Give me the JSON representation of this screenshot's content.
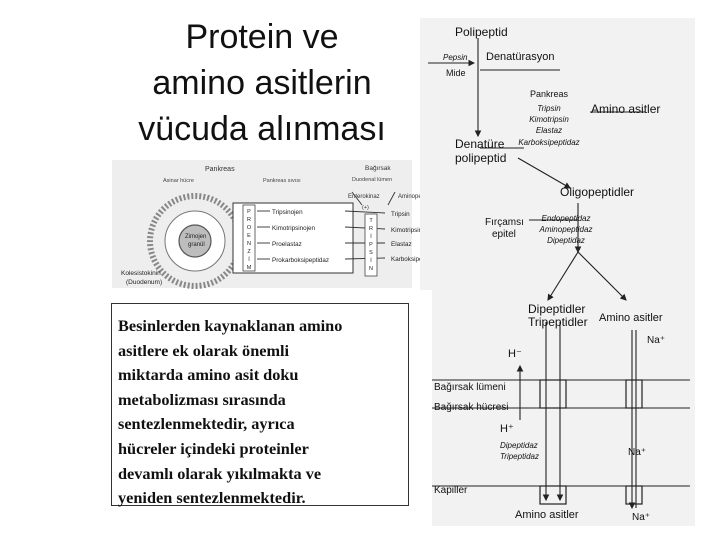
{
  "title_lines": [
    "Protein ve",
    "amino asitlerin",
    "vücuda alınması"
  ],
  "body_lines": [
    "Besinlerden kaynaklanan amino",
    "asitlere ek olarak önemli",
    "miktarda amino asit doku",
    "metabolizması sırasında",
    "sentezlenmektedir, ayrıca",
    "hücreler içindeki proteinler",
    "devamlı olarak yıkılmakta ve",
    "yeniden sentezlenmektedir."
  ],
  "left_diagram": {
    "pankreas": "Pankreas",
    "asinar": "Asinar hücre",
    "pankreas_sivi": "Pankreas sıvısı",
    "bagirsak": "Bağırsak",
    "duodenum": "Duodenal lümen",
    "enterokinaz": "Enterokinaz",
    "aminopeptidaz": "Aminopeptidaz",
    "zimojen": [
      "Zimojen",
      "granül"
    ],
    "kolesistokinin": [
      "Kolesistokinin",
      "(Duodenum)"
    ],
    "proenzyme_letters": [
      "P",
      "R",
      "O",
      "E",
      "N",
      "Z",
      "İ",
      "M"
    ],
    "proenzymes": [
      "Tripsinojen",
      "Kimotripsinojen",
      "Proelastaz",
      "Prokarboksipeptidaz"
    ],
    "trypsin_letters": [
      "T",
      "R",
      "İ",
      "P",
      "S",
      "İ",
      "N"
    ],
    "enzymes": [
      "Tripsin",
      "Kimotripsin",
      "Elastaz",
      "Karboksipeptidaz"
    ],
    "plus": "(+)"
  },
  "right_diagram": {
    "polipeptid": "Polipeptid",
    "pepsin": "Pepsin",
    "mide": "Mide",
    "denaturasyon": "Denatürasyon",
    "pankreas": "Pankreas",
    "pancreas_enzymes": [
      "Tripsin",
      "Kimotripsin",
      "Elastaz",
      "Karboksipeptidaz"
    ],
    "amino_asitler_top": "Amino asitler",
    "denature": [
      "Denatüre",
      "polipeptid"
    ],
    "oligopeptidler": "Oligopeptidler",
    "fircamsi": [
      "Fırçamsı",
      "epitel"
    ],
    "brush_enzymes": [
      "Endopeptidaz",
      "Aminopeptidaz",
      "Dipeptidaz"
    ],
    "dipeptidler": "Dipeptidler",
    "tripeptidler": "Tripeptidler",
    "amino_asitler_mid": "Amino asitler",
    "h_minus": "H⁻",
    "na_top": "Na⁺",
    "lumen": "Bağırsak lümeni",
    "hucre": "Bağırsak hücresi",
    "h_plus": "H⁺",
    "cell_enzymes": [
      "Dipeptidaz",
      "Tripeptidaz"
    ],
    "na_mid": "Na⁺",
    "kapiller": "Kapiller",
    "amino_asitler_bottom": "Amino asitler",
    "na_bottom": "Na⁺"
  }
}
